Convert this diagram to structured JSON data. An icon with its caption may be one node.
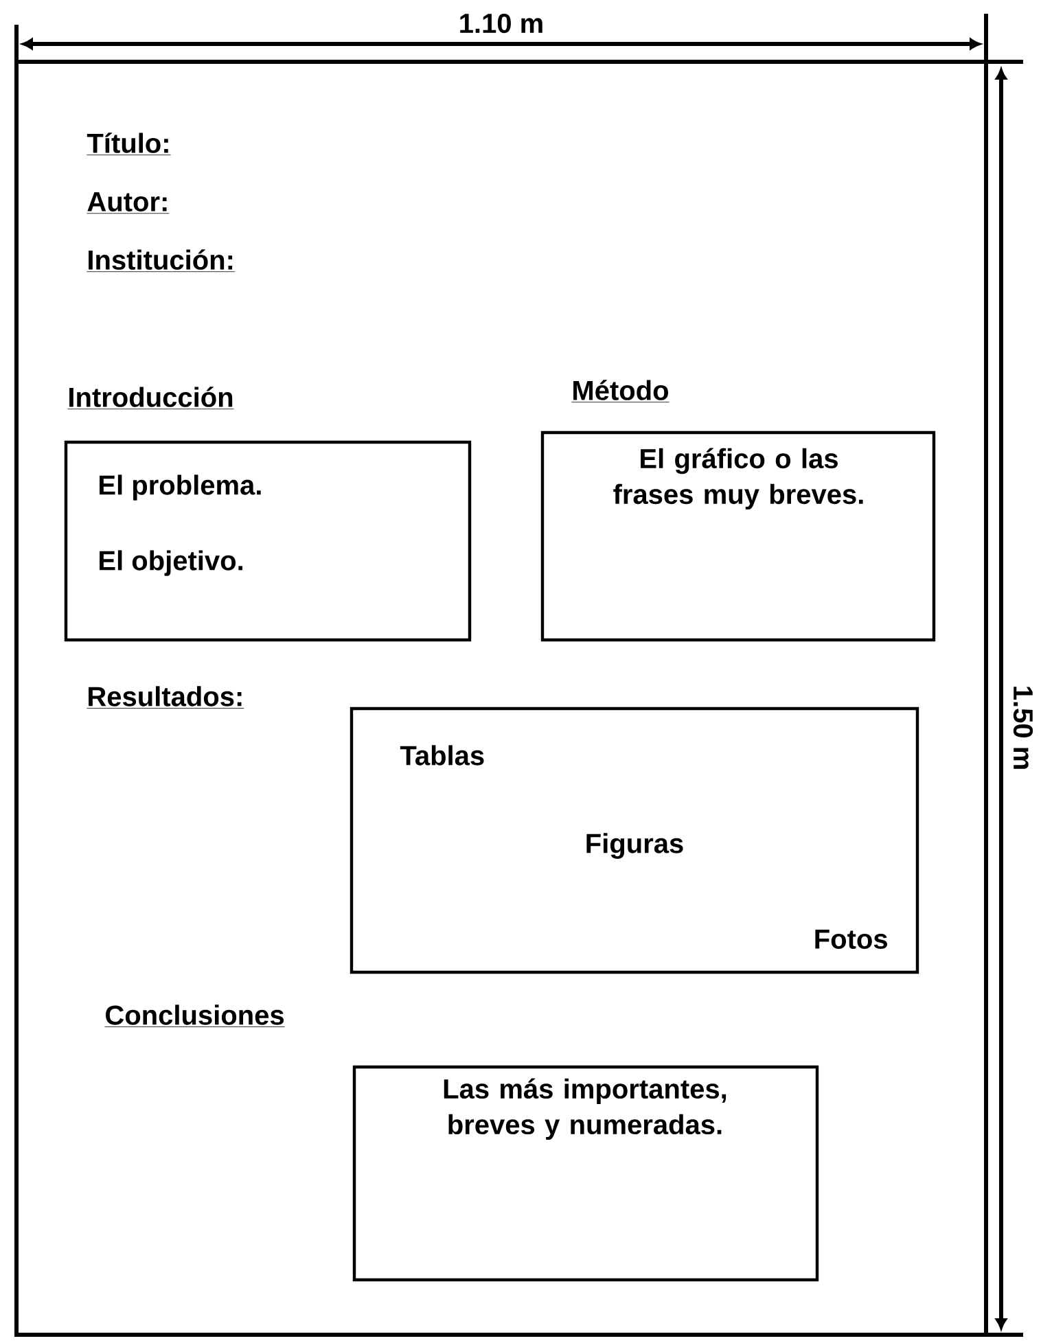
{
  "diagram": {
    "nodes": [
      {
        "text": [],
        "shape": "box"
      },
      {
        "text": [
          "Introducción",
          "El problema.",
          "El objetivo."
        ],
        "in": 0
      },
      {
        "text": [
          "Método",
          "El gráfico o las frases muy breves."
        ],
        "in": 0
      },
      {
        "text": [
          "Resultados:",
          "Tablas",
          "Figuras",
          "Fotos"
        ],
        "in": 0
      },
      {
        "text": [
          "Conclusiones",
          "Las más importantes, breves y numeradas."
        ],
        "in": 0
      }
    ],
    "labels": [
      "1.10 m",
      "Título:",
      "Autor:",
      "Institución:",
      "1.50 m"
    ]
  }
}
